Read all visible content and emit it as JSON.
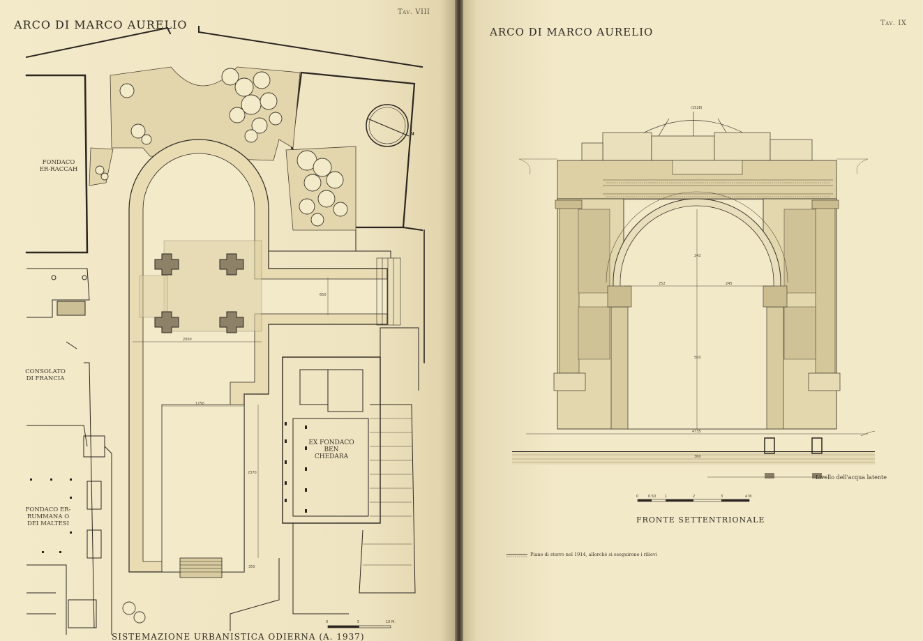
{
  "left_page": {
    "plate": "Tav. VIII",
    "title": "ARCO DI MARCO AURELIO",
    "caption": "SISTEMAZIONE URBANISTICA ODIERNA (A. 1937)",
    "labels": {
      "fondaco_raccah": "FONDACO ER-RACCAH",
      "consolato": "CONSOLATO DI FRANCIA",
      "fondaco_rummana": "FONDACO ER-RUMMANA O DEI MALTESI",
      "ex_fondaco": "EX FONDACO BEN CHEDARA"
    },
    "compass_label": "N",
    "dimensions": [
      "2000",
      "1250",
      "650",
      "2370",
      "350"
    ],
    "scale_ticks": [
      "0",
      "5",
      "10 M."
    ]
  },
  "right_page": {
    "plate": "Tav. IX",
    "title": "ARCO DI MARCO AURELIO",
    "caption": "FRONTE SETTENTRIONALE",
    "water_level": "Livello dell'acqua latente",
    "legend": "Piano di sterro nel 1914, allorchè si eseguirono i rilievi",
    "dome_label": "(1528)",
    "dimensions": [
      "242",
      "252",
      "245",
      "500",
      "4735",
      "360"
    ],
    "scale_ticks": [
      "0",
      "0.50",
      "1",
      "2",
      "3",
      "4 M."
    ]
  }
}
